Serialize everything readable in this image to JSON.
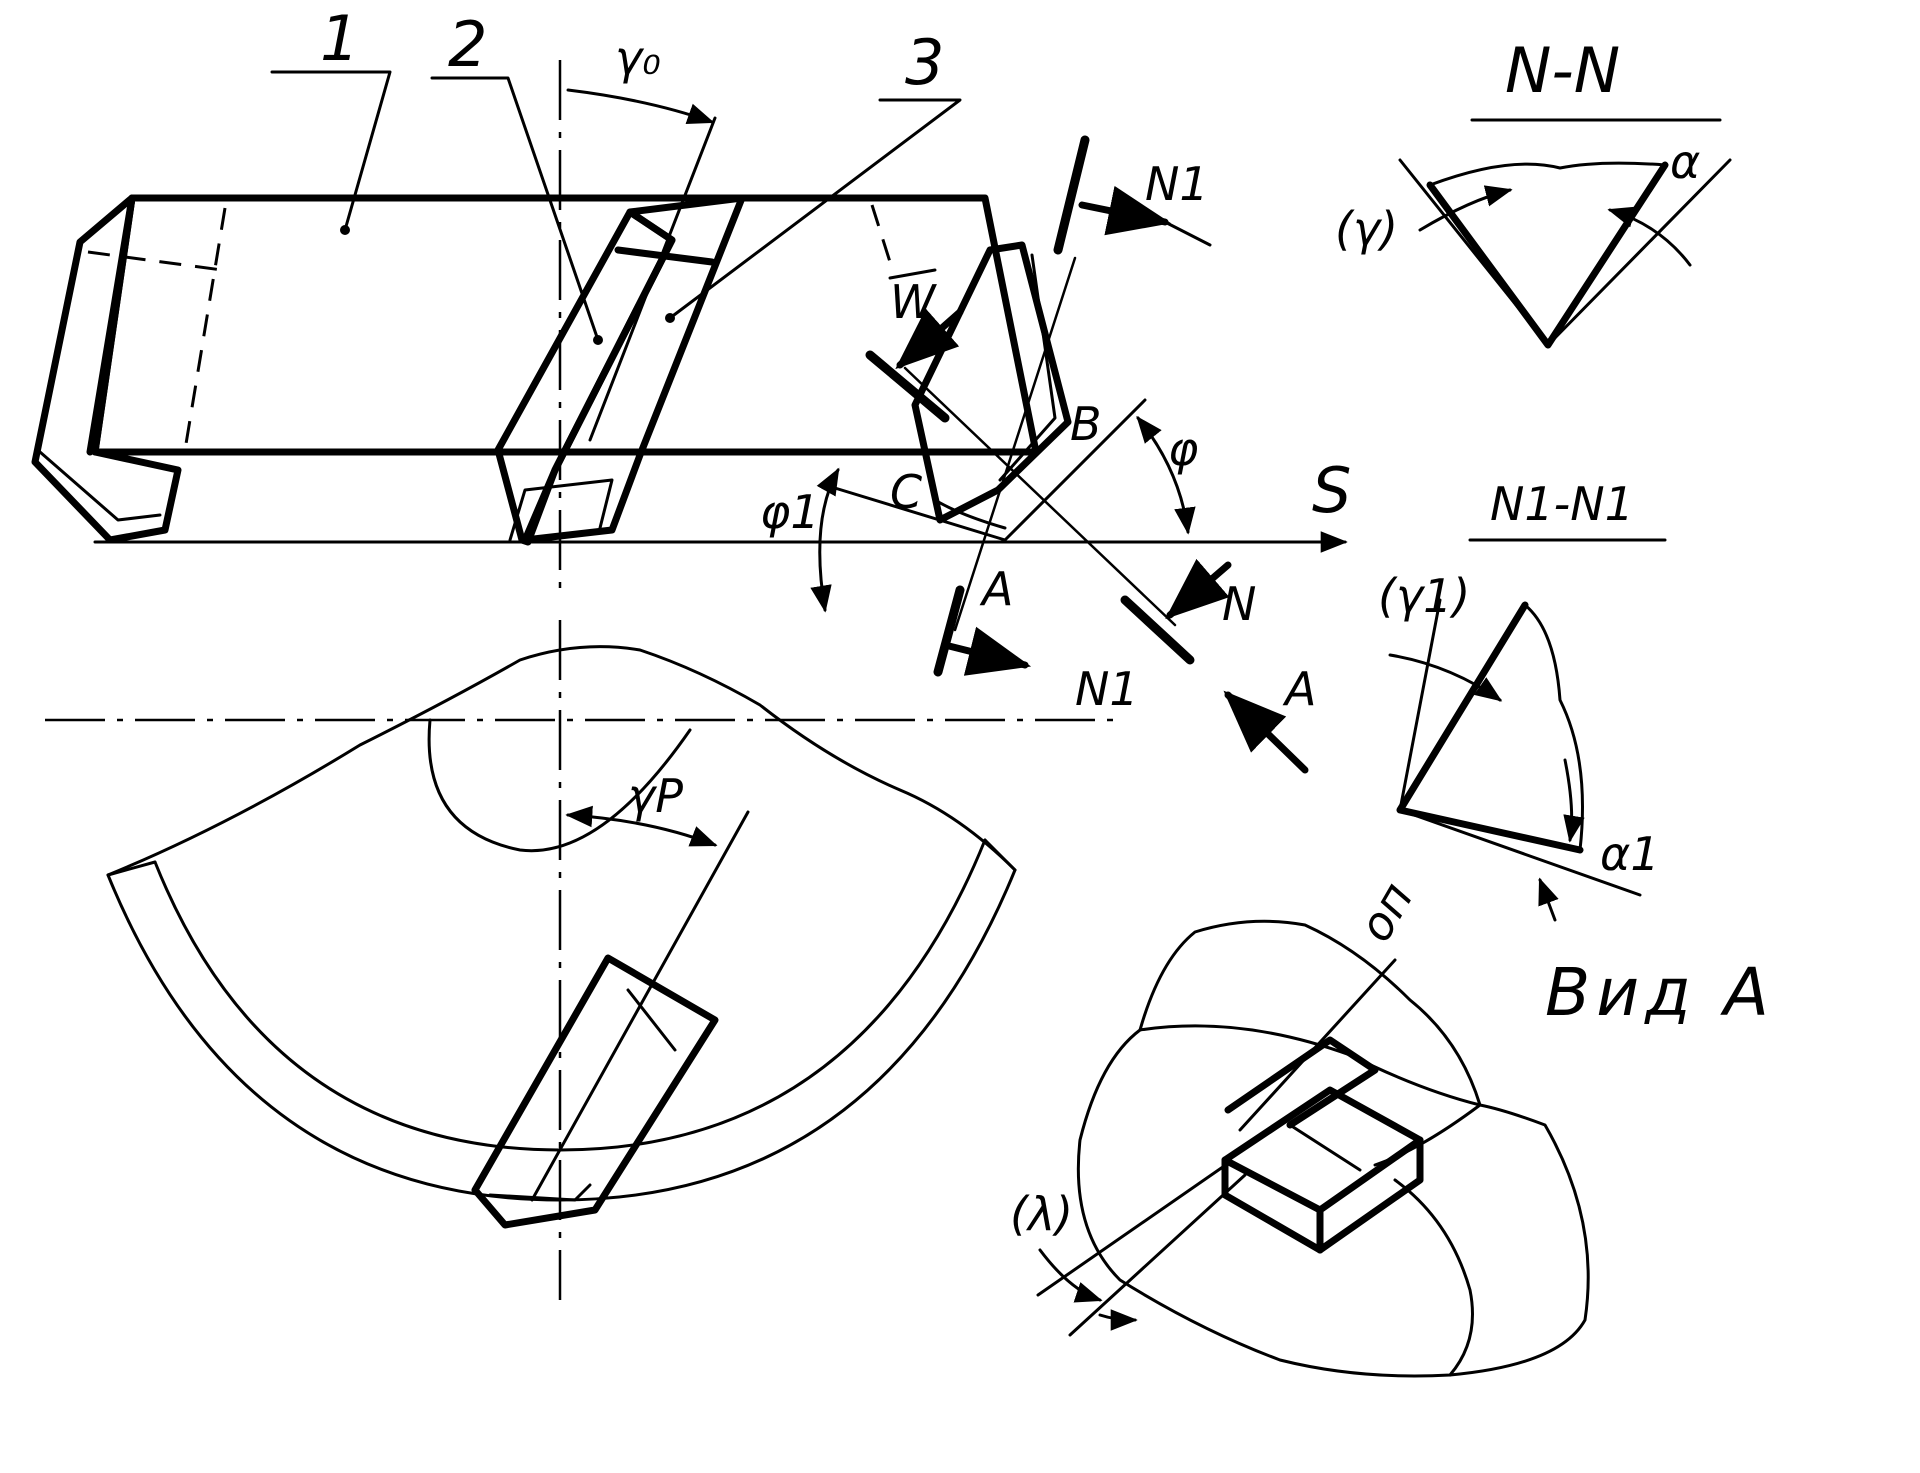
{
  "labels": {
    "part_1": "1",
    "part_2": "2",
    "part_3": "3",
    "gamma_0": "γ₀",
    "gamma_p": "γP",
    "n1_top": "N1",
    "n1_bottom": "N1",
    "n_label": "N",
    "w_label": "W",
    "b_point": "B",
    "c_point": "C",
    "a_point": "A",
    "phi": "φ",
    "phi_1": "φ1",
    "s_feed": "S",
    "view_arrow_a": "A",
    "section_nn": "N-N",
    "section_n1n1": "N1-N1",
    "gamma_nn": "(γ)",
    "alpha_nn": "α",
    "gamma_n1": "(γ1)",
    "alpha_n1": "α1",
    "lambda": "(λ)",
    "op": "оп",
    "view_a": "Вид А"
  }
}
